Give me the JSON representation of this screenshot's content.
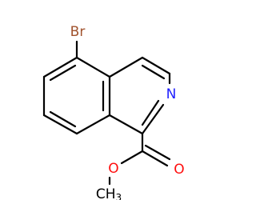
{
  "structure": {
    "atoms": {
      "bromine": {
        "symbol": "Br",
        "color": "#a0522d"
      },
      "ring_nitrogen": {
        "symbol": "N",
        "color": "#1f1fff"
      },
      "carbonyl_oxygen": {
        "symbol": "O",
        "color": "#ff0d0d"
      },
      "ester_oxygen": {
        "symbol": "O",
        "color": "#ff0d0d"
      },
      "methyl": {
        "symbol": "CH",
        "subscript": "3",
        "color": "#000000"
      }
    },
    "bond_color": "#000000"
  }
}
